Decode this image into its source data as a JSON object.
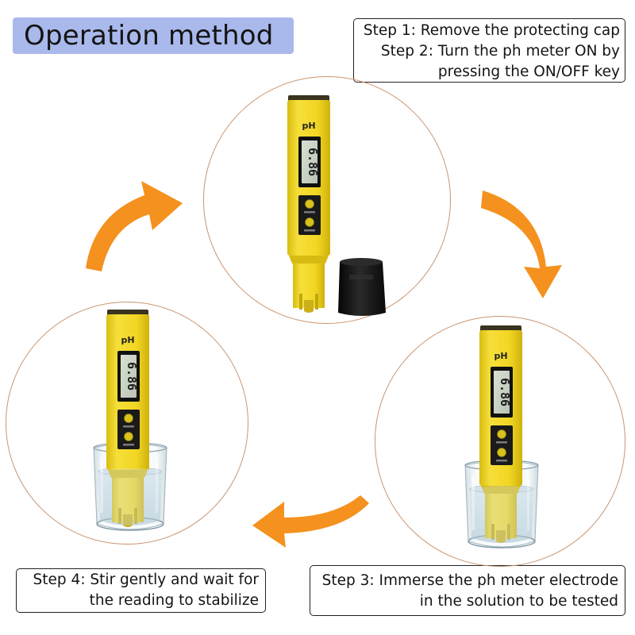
{
  "header": {
    "title": "Operation method"
  },
  "steps": {
    "top": {
      "line1": "Step 1: Remove the protecting cap",
      "line2": "Step 2: Turn the ph meter ON by",
      "line3": "pressing the ON/OFF key"
    },
    "right": {
      "line1": "Step 3: Immerse the ph meter electrode",
      "line2": "in the solution to be tested"
    },
    "left": {
      "line1": "Step 4: Stir gently and wait for",
      "line2": "the reading to stabilize"
    }
  },
  "meter": {
    "label": "pH",
    "display_value": "6.86"
  },
  "colors": {
    "badge": "#a9b9ec",
    "meter_yellow": "#f2d623",
    "arrow_orange": "#f5911e",
    "circle_stroke": "#c99570",
    "cap_black": "#151515"
  },
  "icons": [
    "arrow-clockwise-icon",
    "ph-meter-icon",
    "protective-cap-icon",
    "water-glass-icon"
  ]
}
